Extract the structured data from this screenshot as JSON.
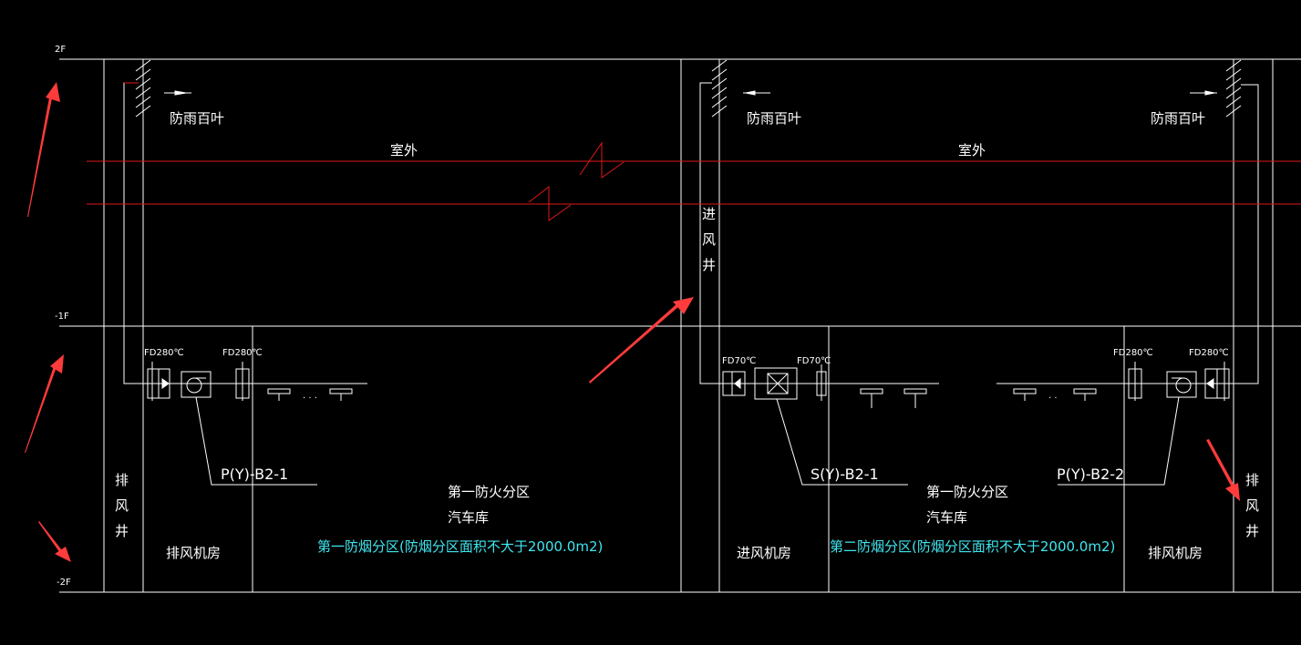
{
  "levels": {
    "f2": "2F",
    "b1": "-1F",
    "b2": "-2F"
  },
  "labels": {
    "louver_left": "防雨百叶",
    "louver_mid": "防雨百叶",
    "louver_right": "防雨百叶",
    "outdoor_left": "室外",
    "outdoor_right": "室外",
    "intake_shaft": [
      "进",
      "风",
      "井"
    ],
    "exhaust_shaft_left": [
      "排",
      "风",
      "井"
    ],
    "exhaust_shaft_right": [
      "排",
      "风",
      "井"
    ],
    "exhaust_room_left": "排风机房",
    "intake_room": "进风机房",
    "exhaust_room_right": "排风机房",
    "fire_zone_left": "第一防火分区",
    "fire_zone_right": "第一防火分区",
    "garage_left": "汽车库",
    "garage_right": "汽车库",
    "smoke_zone_left": "第一防烟分区(防烟分区面积不大于2000.0m2)",
    "smoke_zone_right": "第二防烟分区(防烟分区面积不大于2000.0m2)",
    "equip_py_b2_1": "P(Y)-B2-1",
    "equip_sy_b2_1": "S(Y)-B2-1",
    "equip_py_b2_2": "P(Y)-B2-2",
    "fd280_a": "FD280℃",
    "fd280_b": "FD280℃",
    "fd70_a": "FD70℃",
    "fd70_b": "FD70℃",
    "fd280_c": "FD280℃",
    "fd280_d": "FD280℃",
    "dots_left": "· · ·",
    "dots_right": "· ·"
  },
  "colors": {
    "background": "#000000",
    "line": "#ffffff",
    "red_line": "#e01818",
    "cyan_text": "#3fe6f0",
    "annotation_arrow": "#ff3b3b"
  }
}
